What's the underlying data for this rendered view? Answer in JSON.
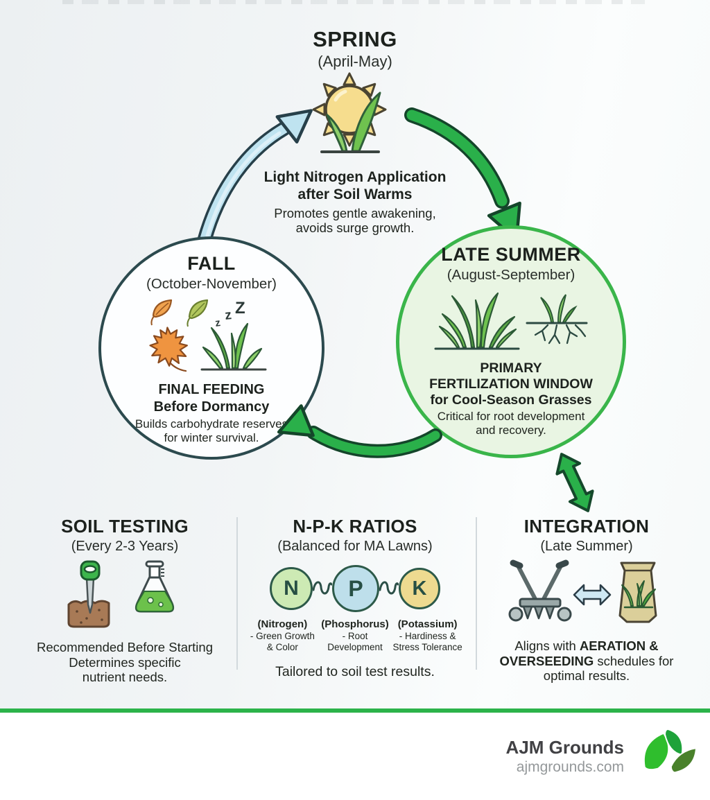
{
  "cycle": {
    "spring": {
      "title": "SPRING",
      "subtitle": "(April-May)",
      "heading_line1": "Light Nitrogen Application",
      "heading_line2": "after Soil Warms",
      "desc_line1": "Promotes gentle awakening,",
      "desc_line2": "avoids surge growth."
    },
    "fall": {
      "title": "FALL",
      "subtitle": "(October-November)",
      "heading_line1": "FINAL FEEDING",
      "heading_line2": "Before Dormancy",
      "desc_line1": "Builds carbohydrate reserves",
      "desc_line2": "for winter survival.",
      "sleep_z1": "z",
      "sleep_z2": "z",
      "sleep_z3": "Z"
    },
    "late_summer": {
      "title": "LATE SUMMER",
      "subtitle": "(August-September)",
      "heading_line1": "PRIMARY",
      "heading_line2": "FERTILIZATION WINDOW",
      "heading_line3": "for Cool-Season Grasses",
      "desc_line1": "Critical for root development",
      "desc_line2": "and recovery."
    }
  },
  "sections": {
    "soil_testing": {
      "title": "SOIL TESTING",
      "subtitle": "(Every 2-3 Years)",
      "line1": "Recommended Before Starting",
      "line2": "Determines specific",
      "line3": "nutrient needs."
    },
    "npk": {
      "title": "N-P-K RATIOS",
      "subtitle": "(Balanced for MA Lawns)",
      "nutrients": [
        {
          "letter": "N",
          "name": "(Nitrogen)",
          "desc_line1": "- Green Growth",
          "desc_line2": "& Color",
          "color": "#cdeab4"
        },
        {
          "letter": "P",
          "name": "(Phosphorus)",
          "desc_line1": "- Root",
          "desc_line2": "Development",
          "color": "#bedfeb"
        },
        {
          "letter": "K",
          "name": "(Potassium)",
          "desc_line1": "- Hardiness &",
          "desc_line2": "Stress Tolerance",
          "color": "#eeda90"
        }
      ],
      "footnote": "Tailored to soil test results."
    },
    "integration": {
      "title": "INTEGRATION",
      "subtitle": "(Late Summer)",
      "body_prefix": "Aligns with ",
      "body_bold": "AERATION & OVERSEEDING",
      "body_suffix": " schedules for optimal results."
    }
  },
  "footer": {
    "brand": "AJM Grounds",
    "website": "ajmgrounds.com"
  },
  "colors": {
    "accent_green": "#2ab04a",
    "divider_rule_green": "#2cb34a",
    "late_circle_border": "#3ab54a",
    "late_circle_fill": "#e9f5e3",
    "fall_circle_border": "#2c4a4e",
    "arrow_blue_fill": "#bfe3f0",
    "arrow_outline_dark": "#27404a",
    "text_dark": "#1c211d"
  }
}
